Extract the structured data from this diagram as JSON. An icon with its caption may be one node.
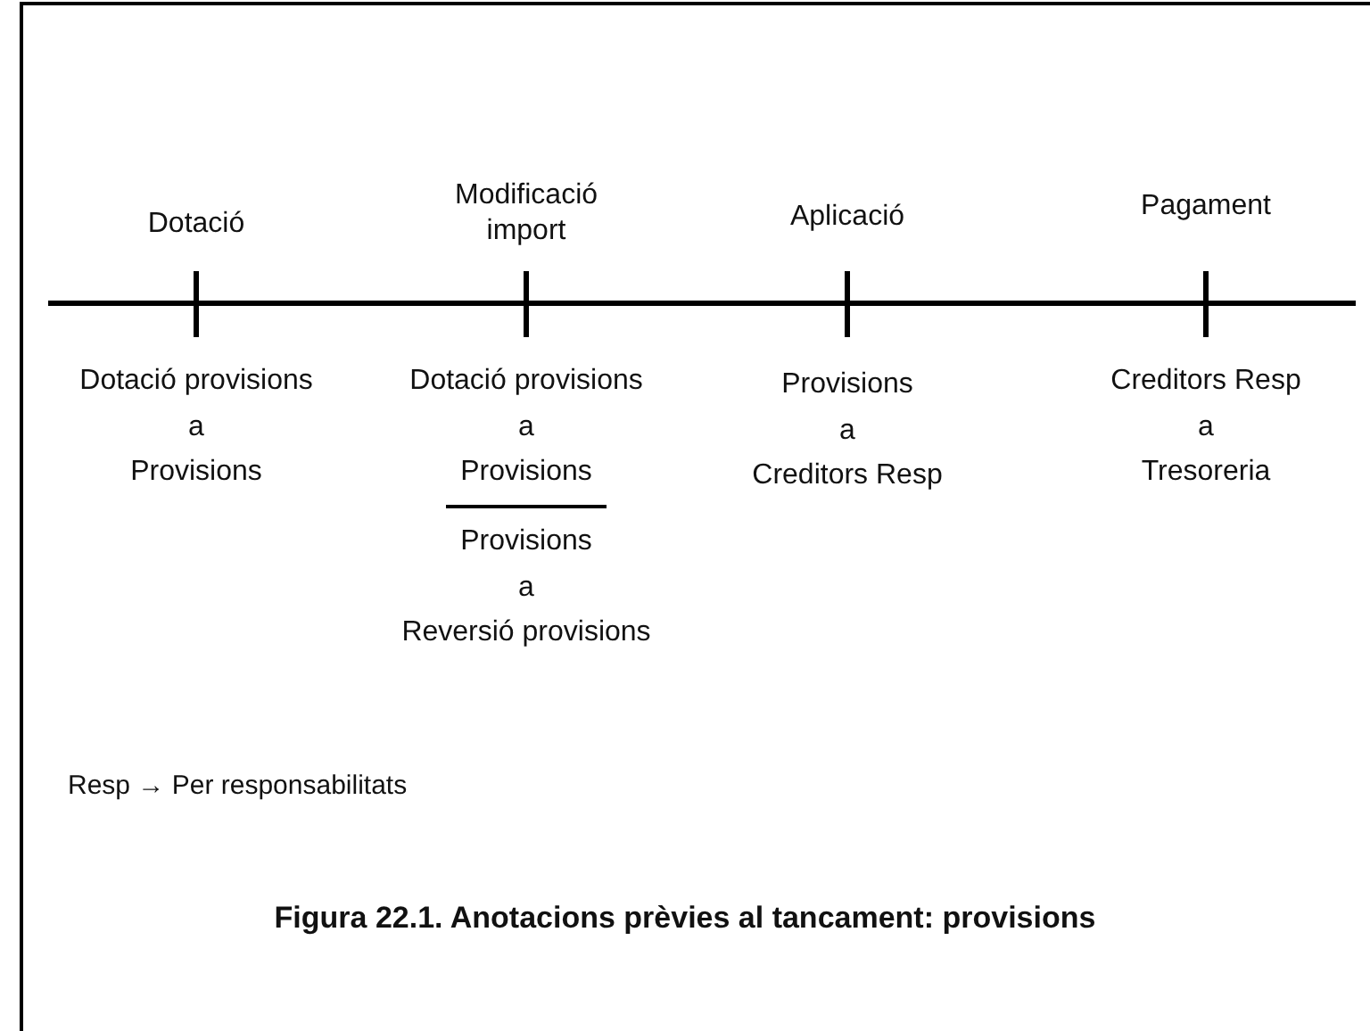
{
  "diagram": {
    "caption": "Figura 22.1. Anotacions prèvies al tancament: provisions",
    "labels": [
      "Dotació",
      "Modificació import",
      "Aplicació",
      "Pagament",
      "Dotació provisions",
      "a",
      "Provisions",
      "Dotació provisions",
      "a",
      "Provisions",
      "Provisions",
      "a",
      "Reversió provisions",
      "Provisions",
      "a",
      "Creditors Resp",
      "Creditors Resp",
      "a",
      "Tresoreria",
      "Resp → Per responsabilitats"
    ]
  }
}
